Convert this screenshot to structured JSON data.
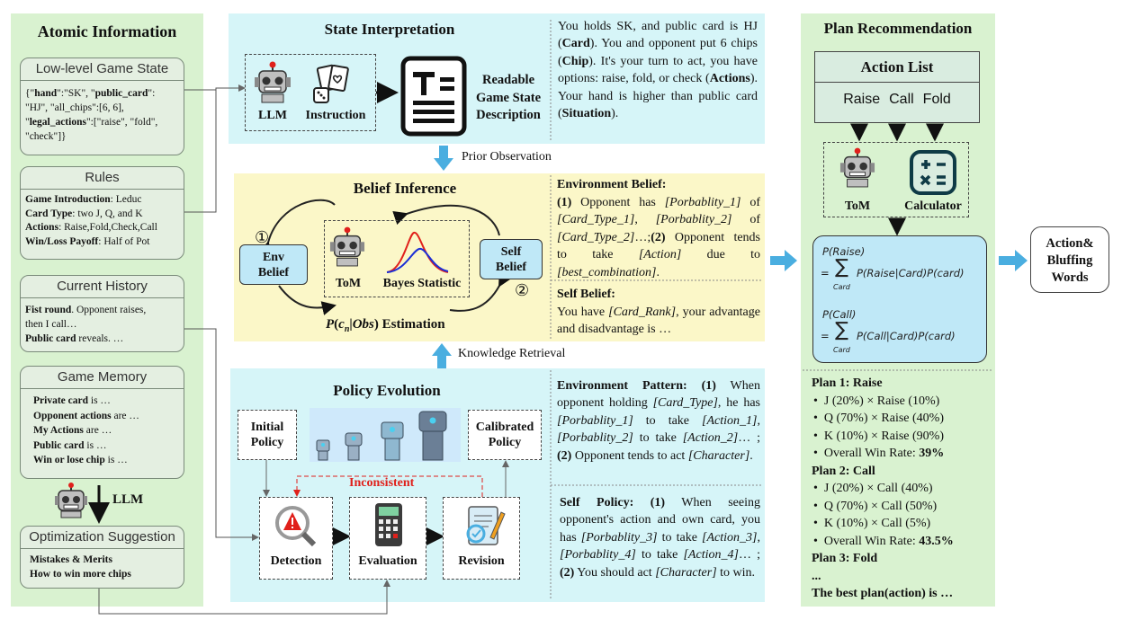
{
  "atomic": {
    "title": "Atomic Information",
    "lowlevel": {
      "title": "Low-level Game State",
      "lines": [
        "{\"hand\":\"SK\", \"public_card\":",
        "\"HJ\", \"all_chips\":[6, 6],",
        "\"legal_actions\":[\"raise\", \"fold\",",
        "\"check\"]}"
      ]
    },
    "rules": {
      "title": "Rules",
      "items": [
        {
          "key": "Game Introduction",
          "val": ": Leduc"
        },
        {
          "key": "Card Type",
          "val": ": two J, Q, and K"
        },
        {
          "key": "Actions",
          "val": ": Raise,Fold,Check,Call"
        },
        {
          "key": "Win/Loss Payoff",
          "val": ": Half of Pot"
        }
      ]
    },
    "history": {
      "title": "Current History",
      "line1_bold": "Fist round",
      "line1_rest": ". Opponent raises,",
      "line2": "then I call…",
      "line3_bold": "Public card",
      "line3_rest": " reveals. …"
    },
    "memory": {
      "title": "Game Memory",
      "items": [
        {
          "key": "Private card",
          "val": " is …"
        },
        {
          "key": "Opponent actions",
          "val": " are …"
        },
        {
          "key": "My Actions",
          "val": " are …"
        },
        {
          "key": "Public card",
          "val": " is …"
        },
        {
          "key": "Win or lose chip",
          "val": " is …"
        }
      ]
    },
    "llm_label": "LLM",
    "optimization": {
      "title": "Optimization Suggestion",
      "items": [
        "Mistakes & Merits",
        "How to win more chips"
      ]
    }
  },
  "state": {
    "title": "State Interpretation",
    "llm_label": "LLM",
    "instruction_label": "Instruction",
    "readable_label": [
      "Readable",
      "Game State",
      "Description"
    ],
    "desc_html": "You holds SK, and public card is HJ (<b>Card</b>). You and opponent put 6 chips (<b>Chip</b>). It's your turn to act, you have options: raise, fold, or check (<b>Actions</b>). Your hand is higher than public card (<b>Situation</b>)."
  },
  "prior_observation": "Prior Observation",
  "belief": {
    "title": "Belief Inference",
    "env_belief": [
      "Env",
      "Belief"
    ],
    "self_belief": [
      "Self",
      "Belief"
    ],
    "tom_label": "ToM",
    "bayes_label": "Bayes Statistic",
    "circle1": "①",
    "circle2": "②",
    "estimation": "Estimation",
    "env_title": "Environment Belief:",
    "env_html": "<b>(1)</b> Opponent has <i>[Porbablity_1]</i> of <i>[Card_Type_1]</i>, <i>[Porbablity_2]</i> of <i>[Card_Type_2]</i>…;<b>(2)</b> Opponent tends to take <i>[Action]</i> due to <i>[best_combination]</i>.",
    "self_title": "Self Belief:",
    "self_html": "You have <i>[Card_Rank]</i>, your advantage and disadvantage is …"
  },
  "knowledge_retrieval": "Knowledge Retrieval",
  "policy": {
    "title": "Policy Evolution",
    "initial": [
      "Initial",
      "Policy"
    ],
    "calibrated": [
      "Calibrated",
      "Policy"
    ],
    "inconsistent": "Inconsistent",
    "detection": "Detection",
    "evaluation": "Evaluation",
    "revision": "Revision",
    "env_html": "<b>Environment Pattern: (1)</b> When opponent holding <i>[Card_Type]</i>, he has <i>[Porbablity_1]</i> to take <i>[Action_1]</i>, <i>[Porbablity_2]</i> to take <i>[Action_2]</i>… ; <b>(2)</b> Opponent tends to act <i>[Character]</i>.",
    "self_html": "<b>Self Policy: (1)</b> When seeing opponent's action and own card, you has <i>[Porbablity_3]</i> to take <i>[Action_3]</i>, <i>[Porbablity_4]</i> to take <i>[Action_4]</i>… ; <b>(2)</b> You should act <i>[Character]</i> to win."
  },
  "plan": {
    "title": "Plan Recommendation",
    "action_list": "Action List",
    "actions": [
      "Raise",
      "Call",
      "Fold"
    ],
    "tom_label": "ToM",
    "calculator_label": "Calculator",
    "formula_raise": {
      "lhs": "P(Raise)",
      "sum_sub": "Card",
      "rhs": "P(Raise|Card)P(card)"
    },
    "formula_call": {
      "lhs": "P(Call)",
      "sum_sub": "Card",
      "rhs": "P(Call|Card)P(card)"
    },
    "plan1_title": "Plan 1: Raise",
    "plan1_items": [
      "J (20%) × Raise (10%)",
      "Q (70%) × Raise (40%)",
      "K (10%) × Raise (90%)"
    ],
    "plan1_overall": "Overall Win Rate: ",
    "plan1_rate": "39%",
    "plan2_title": "Plan 2: Call",
    "plan2_items": [
      "J (20%) × Call (40%)",
      "Q (70%) × Call (50%)",
      "K (10%) × Call (5%)"
    ],
    "plan2_overall": "Overall Win Rate: ",
    "plan2_rate": "43.5%",
    "plan3_title": "Plan 3: Fold",
    "ellipsis": "...",
    "best": "The best plan(action) is …"
  },
  "output": [
    "Action&",
    "Bluffing",
    "Words"
  ],
  "colors": {
    "green": "#d9f2d0",
    "cyan": "#d6f5f8",
    "yellow": "#fbf7c8",
    "blue_arrow": "#4aaee0",
    "red": "#e0201b"
  }
}
